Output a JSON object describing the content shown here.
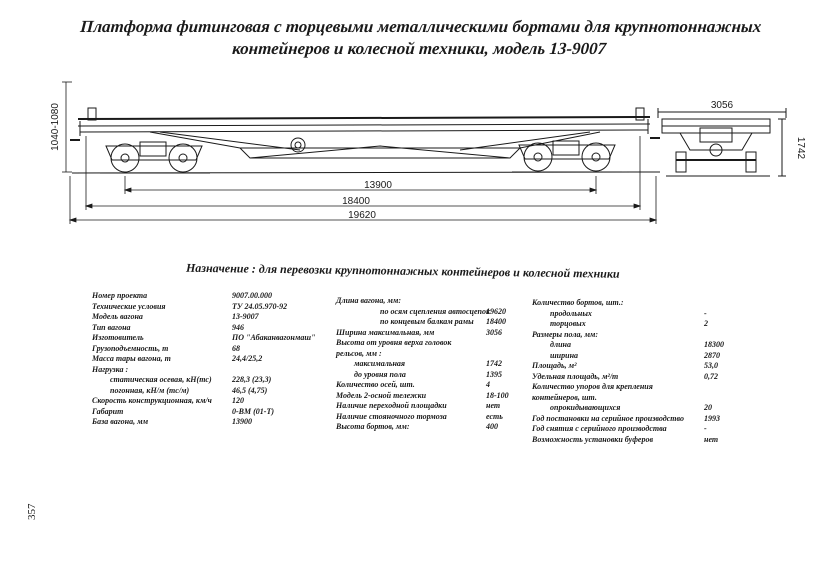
{
  "title": {
    "line1": "Платформа фитинговая с торцевыми металлическими бортами для крупнотоннажных",
    "line2": "контейнеров и колесной техники, модель 13-9007"
  },
  "drawing": {
    "dim_height": "1040-1080",
    "dim_base": "13900",
    "dim_frame": "18400",
    "dim_total": "19620",
    "dim_width": "3056",
    "dim_side": "1742"
  },
  "purpose": "Назначение : для перевозки крупнотоннажных контейнеров и колесной техники",
  "specs": {
    "col1": [
      {
        "label": "Номер проекта",
        "value": "9007.00.000",
        "indent": 0
      },
      {
        "label": "Технические условия",
        "value": "ТУ 24.05.970-92",
        "indent": 0
      },
      {
        "label": "Модель вагона",
        "value": "13-9007",
        "indent": 0
      },
      {
        "label": "Тип вагона",
        "value": "946",
        "indent": 0
      },
      {
        "label": "Изготовитель",
        "value": "ПО \"Абаканвагонмаш\"",
        "indent": 0
      },
      {
        "label": "Грузоподъемность, т",
        "value": "68",
        "indent": 0
      },
      {
        "label": "Масса тары вагона, т",
        "value": "24,4/25,2",
        "indent": 0
      },
      {
        "label": "Нагрузка :",
        "value": "",
        "indent": 0
      },
      {
        "label": "статическая осевая, кН(тс)",
        "value": "228,3  (23,3)",
        "indent": 1
      },
      {
        "label": "погонная, кН/м (тс/м)",
        "value": "46,5 (4,75)",
        "indent": 1
      },
      {
        "label": "Скорость конструкционная, км/ч",
        "value": "120",
        "indent": 0
      },
      {
        "label": "Габарит",
        "value": "0-ВМ (01-Т)",
        "indent": 0
      },
      {
        "label": "База вагона, мм",
        "value": "13900",
        "indent": 0
      }
    ],
    "col2": [
      {
        "label": "Длина вагона, мм:",
        "value": "",
        "indent": 0
      },
      {
        "label": "по осям сцепления автосцепок",
        "value": "19620",
        "indent": 2
      },
      {
        "label": "по концевым балкам рамы",
        "value": "18400",
        "indent": 2
      },
      {
        "label": "Ширина максимальная, мм",
        "value": "3056",
        "indent": 0
      },
      {
        "label": "Высота от уровня верха головок",
        "value": "",
        "indent": 0
      },
      {
        "label": "рельсов, мм :",
        "value": "",
        "indent": 0
      },
      {
        "label": "максимальная",
        "value": "1742",
        "indent": 1
      },
      {
        "label": "до уровня пола",
        "value": "1395",
        "indent": 1
      },
      {
        "label": "Количество осей, шт.",
        "value": "4",
        "indent": 0
      },
      {
        "label": "Модель 2-осной тележки",
        "value": "18-100",
        "indent": 0
      },
      {
        "label": "Наличие переходной площадки",
        "value": "нет",
        "indent": 0
      },
      {
        "label": "Наличие стояночного тормоза",
        "value": "есть",
        "indent": 0
      },
      {
        "label": "Высота бортов, мм:",
        "value": "400",
        "indent": 0
      }
    ],
    "col3": [
      {
        "label": "Количество бортов, шт.:",
        "value": "",
        "indent": 0
      },
      {
        "label": "продольных",
        "value": "-",
        "indent": 1
      },
      {
        "label": "торцовых",
        "value": "2",
        "indent": 1
      },
      {
        "label": "Размеры пола, мм:",
        "value": "",
        "indent": 0
      },
      {
        "label": "длина",
        "value": "18300",
        "indent": 1
      },
      {
        "label": "ширина",
        "value": "2870",
        "indent": 1
      },
      {
        "label": "Площадь, м²",
        "value": "53,0",
        "indent": 0
      },
      {
        "label": "Удельная площадь, м²/т",
        "value": "0,72",
        "indent": 0
      },
      {
        "label": "Количество упоров для крепления",
        "value": "",
        "indent": 0
      },
      {
        "label": "контейнеров, шт.",
        "value": "",
        "indent": 0
      },
      {
        "label": "опрокидывающихся",
        "value": "20",
        "indent": 1
      },
      {
        "label": "Год постановки на серийное производство",
        "value": "1993",
        "indent": 0
      },
      {
        "label": "Год снятия с серийного производства",
        "value": "-",
        "indent": 0
      },
      {
        "label": "Возможность установки буферов",
        "value": "нет",
        "indent": 0
      }
    ]
  },
  "page_number": "357"
}
